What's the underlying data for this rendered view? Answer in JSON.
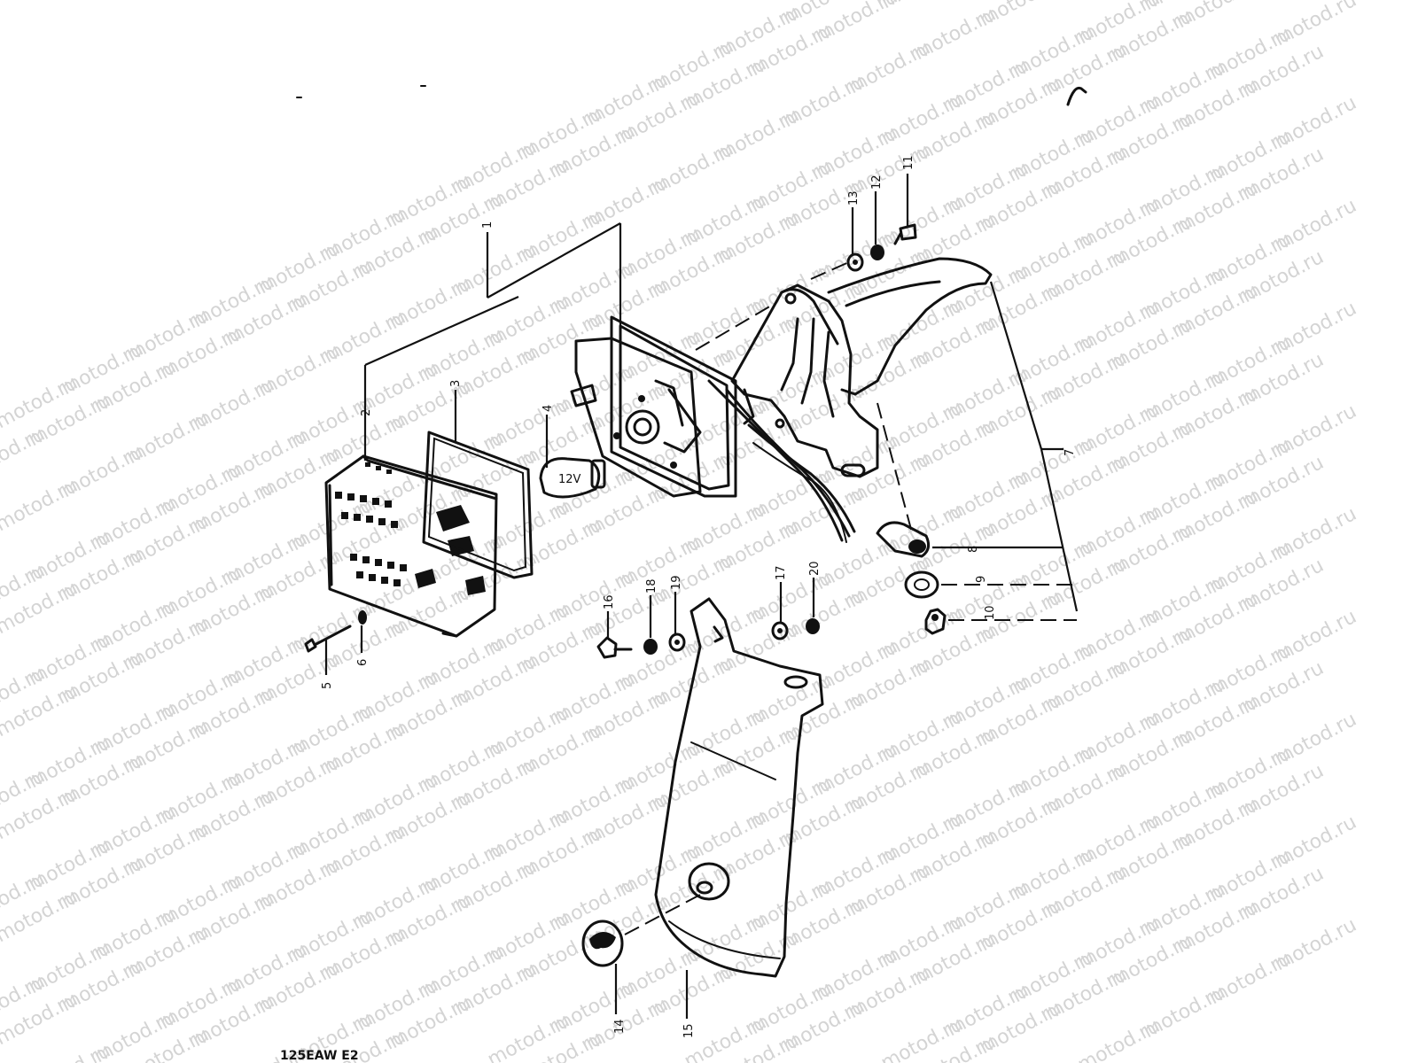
{
  "watermark": {
    "text": "motod.ru",
    "color": "#d4d4d4"
  },
  "diagram_code": "125EAW E2",
  "callouts": {
    "c1": "1",
    "c2": "2",
    "c3": "3",
    "c4": "4",
    "c5": "5",
    "c6": "6",
    "c7": "7",
    "c8": "8",
    "c9": "9",
    "c10": "10",
    "c11": "11",
    "c12": "12",
    "c13": "13",
    "c14": "14",
    "c15": "15",
    "c16": "16",
    "c17": "17",
    "c18": "18",
    "c19": "19",
    "c20": "20"
  },
  "bulb_mark": "12V"
}
